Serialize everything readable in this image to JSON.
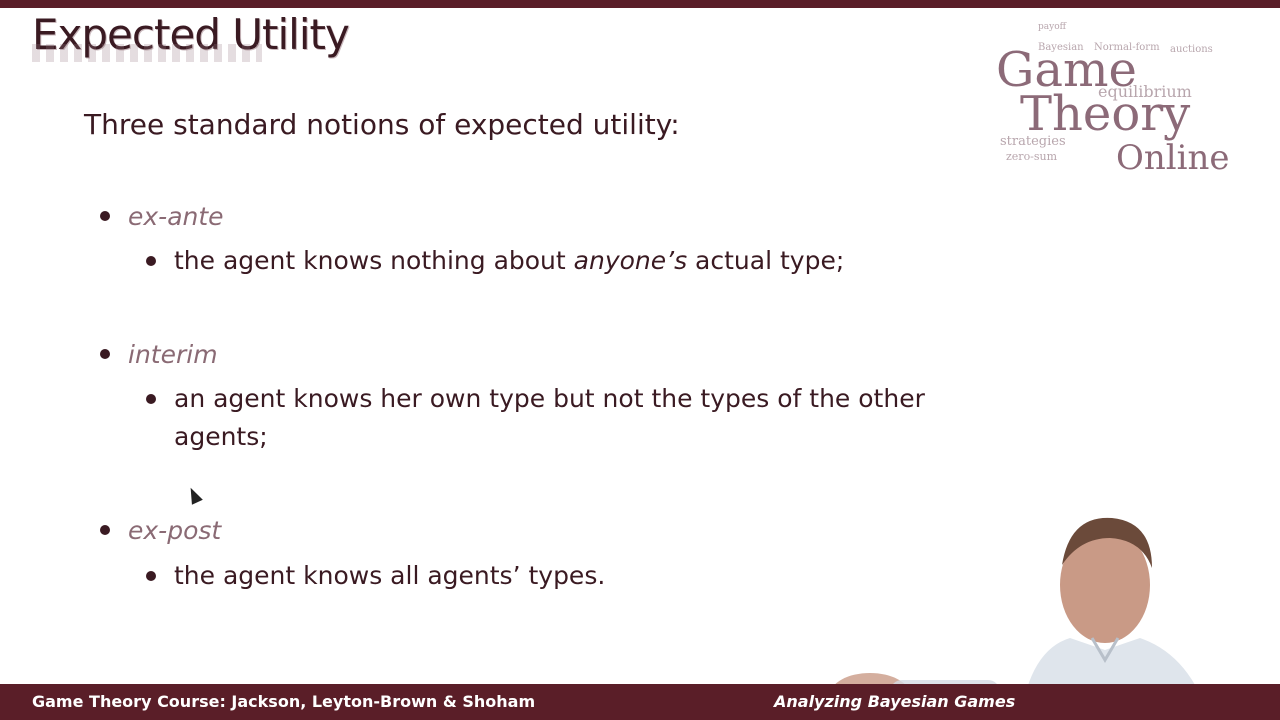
{
  "slide": {
    "title": "Expected Utility",
    "intro": "Three standard notions of expected utility:",
    "items": [
      {
        "term": "ex-ante",
        "desc_before": "the agent knows nothing about ",
        "desc_em": "anyone’s",
        "desc_after": " actual type;"
      },
      {
        "term": "interim",
        "desc": "an agent knows her own type but not the types of the other agents;"
      },
      {
        "term": "ex-post",
        "desc": "the agent knows all agents’ types."
      }
    ]
  },
  "logo": {
    "words": [
      "Game",
      "Theory",
      "Online",
      "equilibrium",
      "strategies",
      "zero-sum",
      "Bayesian",
      "Normal-form",
      "payoff",
      "auctions"
    ]
  },
  "footer": {
    "left": "Game Theory Course: Jackson, Leyton-Brown & Shoham",
    "right": "Analyzing Bayesian Games"
  },
  "colors": {
    "maroon": "#5a1e28",
    "text": "#3a1a22",
    "term": "#8a6a74"
  }
}
